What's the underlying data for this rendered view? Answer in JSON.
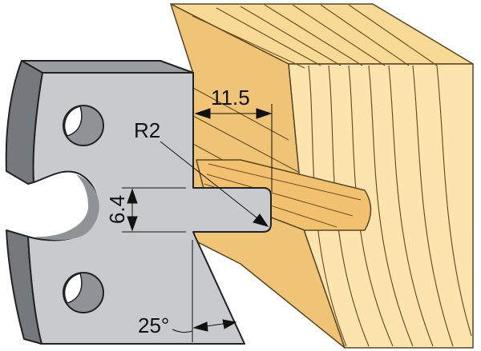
{
  "diagram": {
    "labels": {
      "width_dimension": "11.5",
      "radius": "R2",
      "height_dimension": "6.4",
      "angle": "25°"
    },
    "colors": {
      "knife_face": "#c8cacd",
      "knife_side": "#75787c",
      "wood_light": "#fbe3a8",
      "wood_mid": "#f3c97a",
      "wood_dark": "#e0ad5c",
      "outline": "#222222"
    }
  }
}
